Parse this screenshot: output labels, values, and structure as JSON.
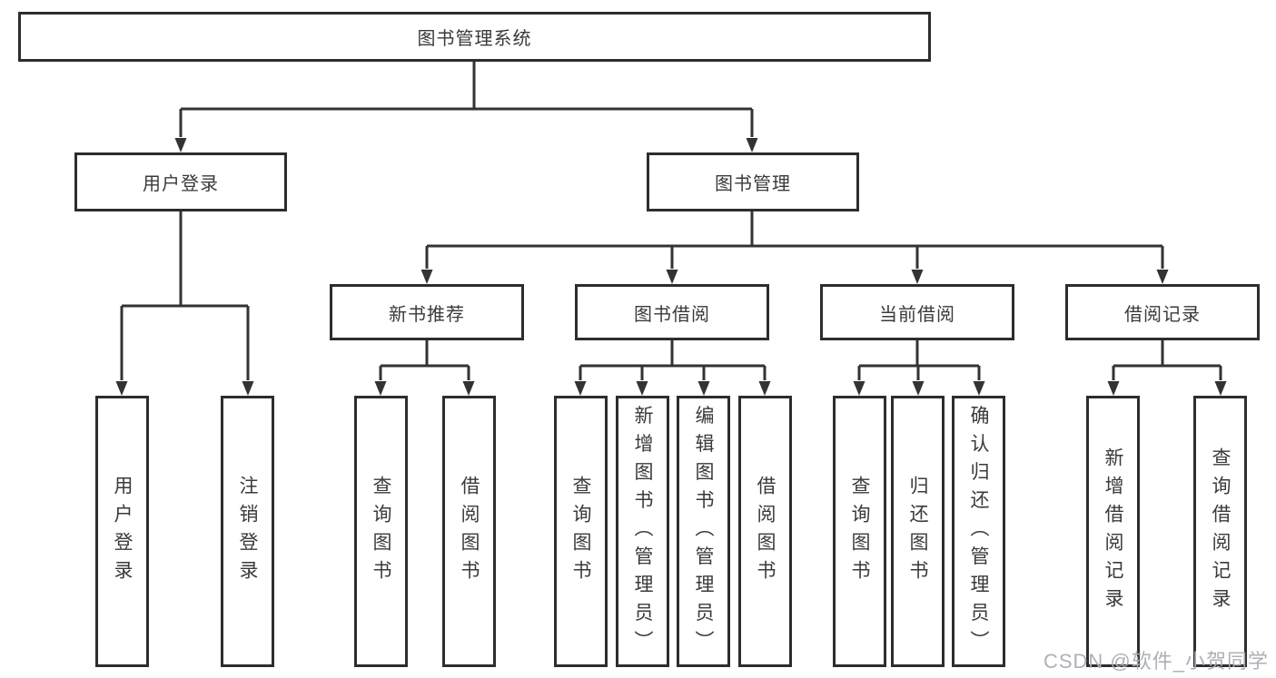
{
  "diagram": {
    "root": {
      "label": "图书管理系统"
    },
    "branches": [
      {
        "label": "用户登录",
        "children": [
          {
            "label": "用户登录"
          },
          {
            "label": "注销登录"
          }
        ]
      },
      {
        "label": "图书管理",
        "children": [
          {
            "label": "新书推荐",
            "children": [
              {
                "label": "查询图书"
              },
              {
                "label": "借阅图书"
              }
            ]
          },
          {
            "label": "图书借阅",
            "children": [
              {
                "label": "查询图书"
              },
              {
                "label": "新增图书（管理员）"
              },
              {
                "label": "编辑图书（管理员）"
              },
              {
                "label": "借阅图书"
              }
            ]
          },
          {
            "label": "当前借阅",
            "children": [
              {
                "label": "查询图书"
              },
              {
                "label": "归还图书"
              },
              {
                "label": "确认归还（管理员）"
              }
            ]
          },
          {
            "label": "借阅记录",
            "children": [
              {
                "label": "新增借阅记录"
              },
              {
                "label": "查询借阅记录"
              }
            ]
          }
        ]
      }
    ]
  },
  "watermark": {
    "text": "CSDN @软件_小贺同学"
  },
  "colors": {
    "line": "#333333",
    "box_border": "#2d2d2d",
    "text": "#3a3a3a",
    "background": "#ffffff",
    "watermark": "#a8acb3"
  }
}
